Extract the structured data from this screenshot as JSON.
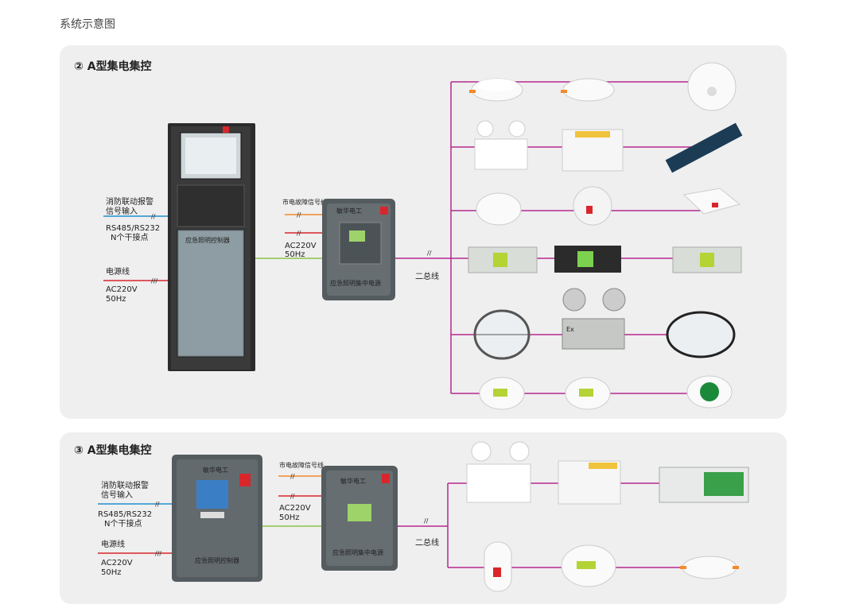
{
  "page_title": "系统示意图",
  "colors": {
    "panel_bg": "#efefef",
    "bus": "#b5298f",
    "signal": "#1f8fd1",
    "power": "#d9262b",
    "fault": "#f08a2b",
    "ac": "#8bc34a"
  },
  "panel1": {
    "title": "② A型集电集控",
    "signal_label_1": "消防联动报警",
    "signal_label_2": "信号输入",
    "rs_label": "RS485/RS232",
    "n_label": "N个干接点",
    "power_label": "电源线",
    "ac_label_1": "AC220V",
    "ac_label_2": "50Hz",
    "fault_label": "市电故障信号线",
    "ac2_label_1": "AC220V",
    "ac2_label_2": "50Hz",
    "bus_label": "二总线",
    "cabinet_label": "应急照明控制器",
    "box_brand": "敏华电工",
    "box_label": "应急照明集中电源"
  },
  "panel2": {
    "title": "③ A型集电集控",
    "signal_label_1": "消防联动报警",
    "signal_label_2": "信号输入",
    "rs_label": "RS485/RS232",
    "n_label": "N个干接点",
    "power_label": "电源线",
    "ac_label_1": "AC220V",
    "ac_label_2": "50Hz",
    "fault_label": "市电故障信号线",
    "ac2_label_1": "AC220V",
    "ac2_label_2": "50Hz",
    "bus_label": "二总线",
    "controller_brand": "敏华电工",
    "controller_label": "应急照明控制器",
    "box_brand": "敏华电工",
    "box_label": "应急照明集中电源"
  }
}
